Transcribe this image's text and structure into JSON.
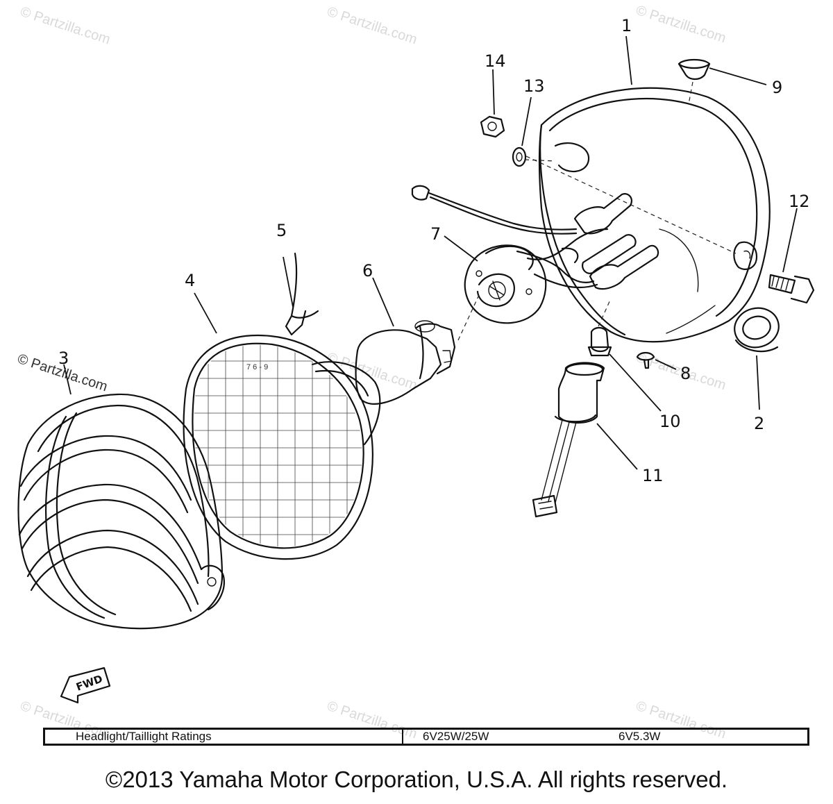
{
  "watermark": {
    "text": "© Partzilla.com"
  },
  "callouts": [
    "1",
    "2",
    "3",
    "4",
    "5",
    "6",
    "7",
    "8",
    "9",
    "10",
    "11",
    "12",
    "13",
    "14"
  ],
  "fwd_label": "FWD",
  "lens_mark": "7 6 - 9",
  "ratings_table": {
    "label": "Headlight/Taillight Ratings",
    "headlight": "6V25W/25W",
    "taillight": "6V5.3W"
  },
  "copyright": "©2013 Yamaha Motor Corporation, U.S.A. All rights reserved."
}
